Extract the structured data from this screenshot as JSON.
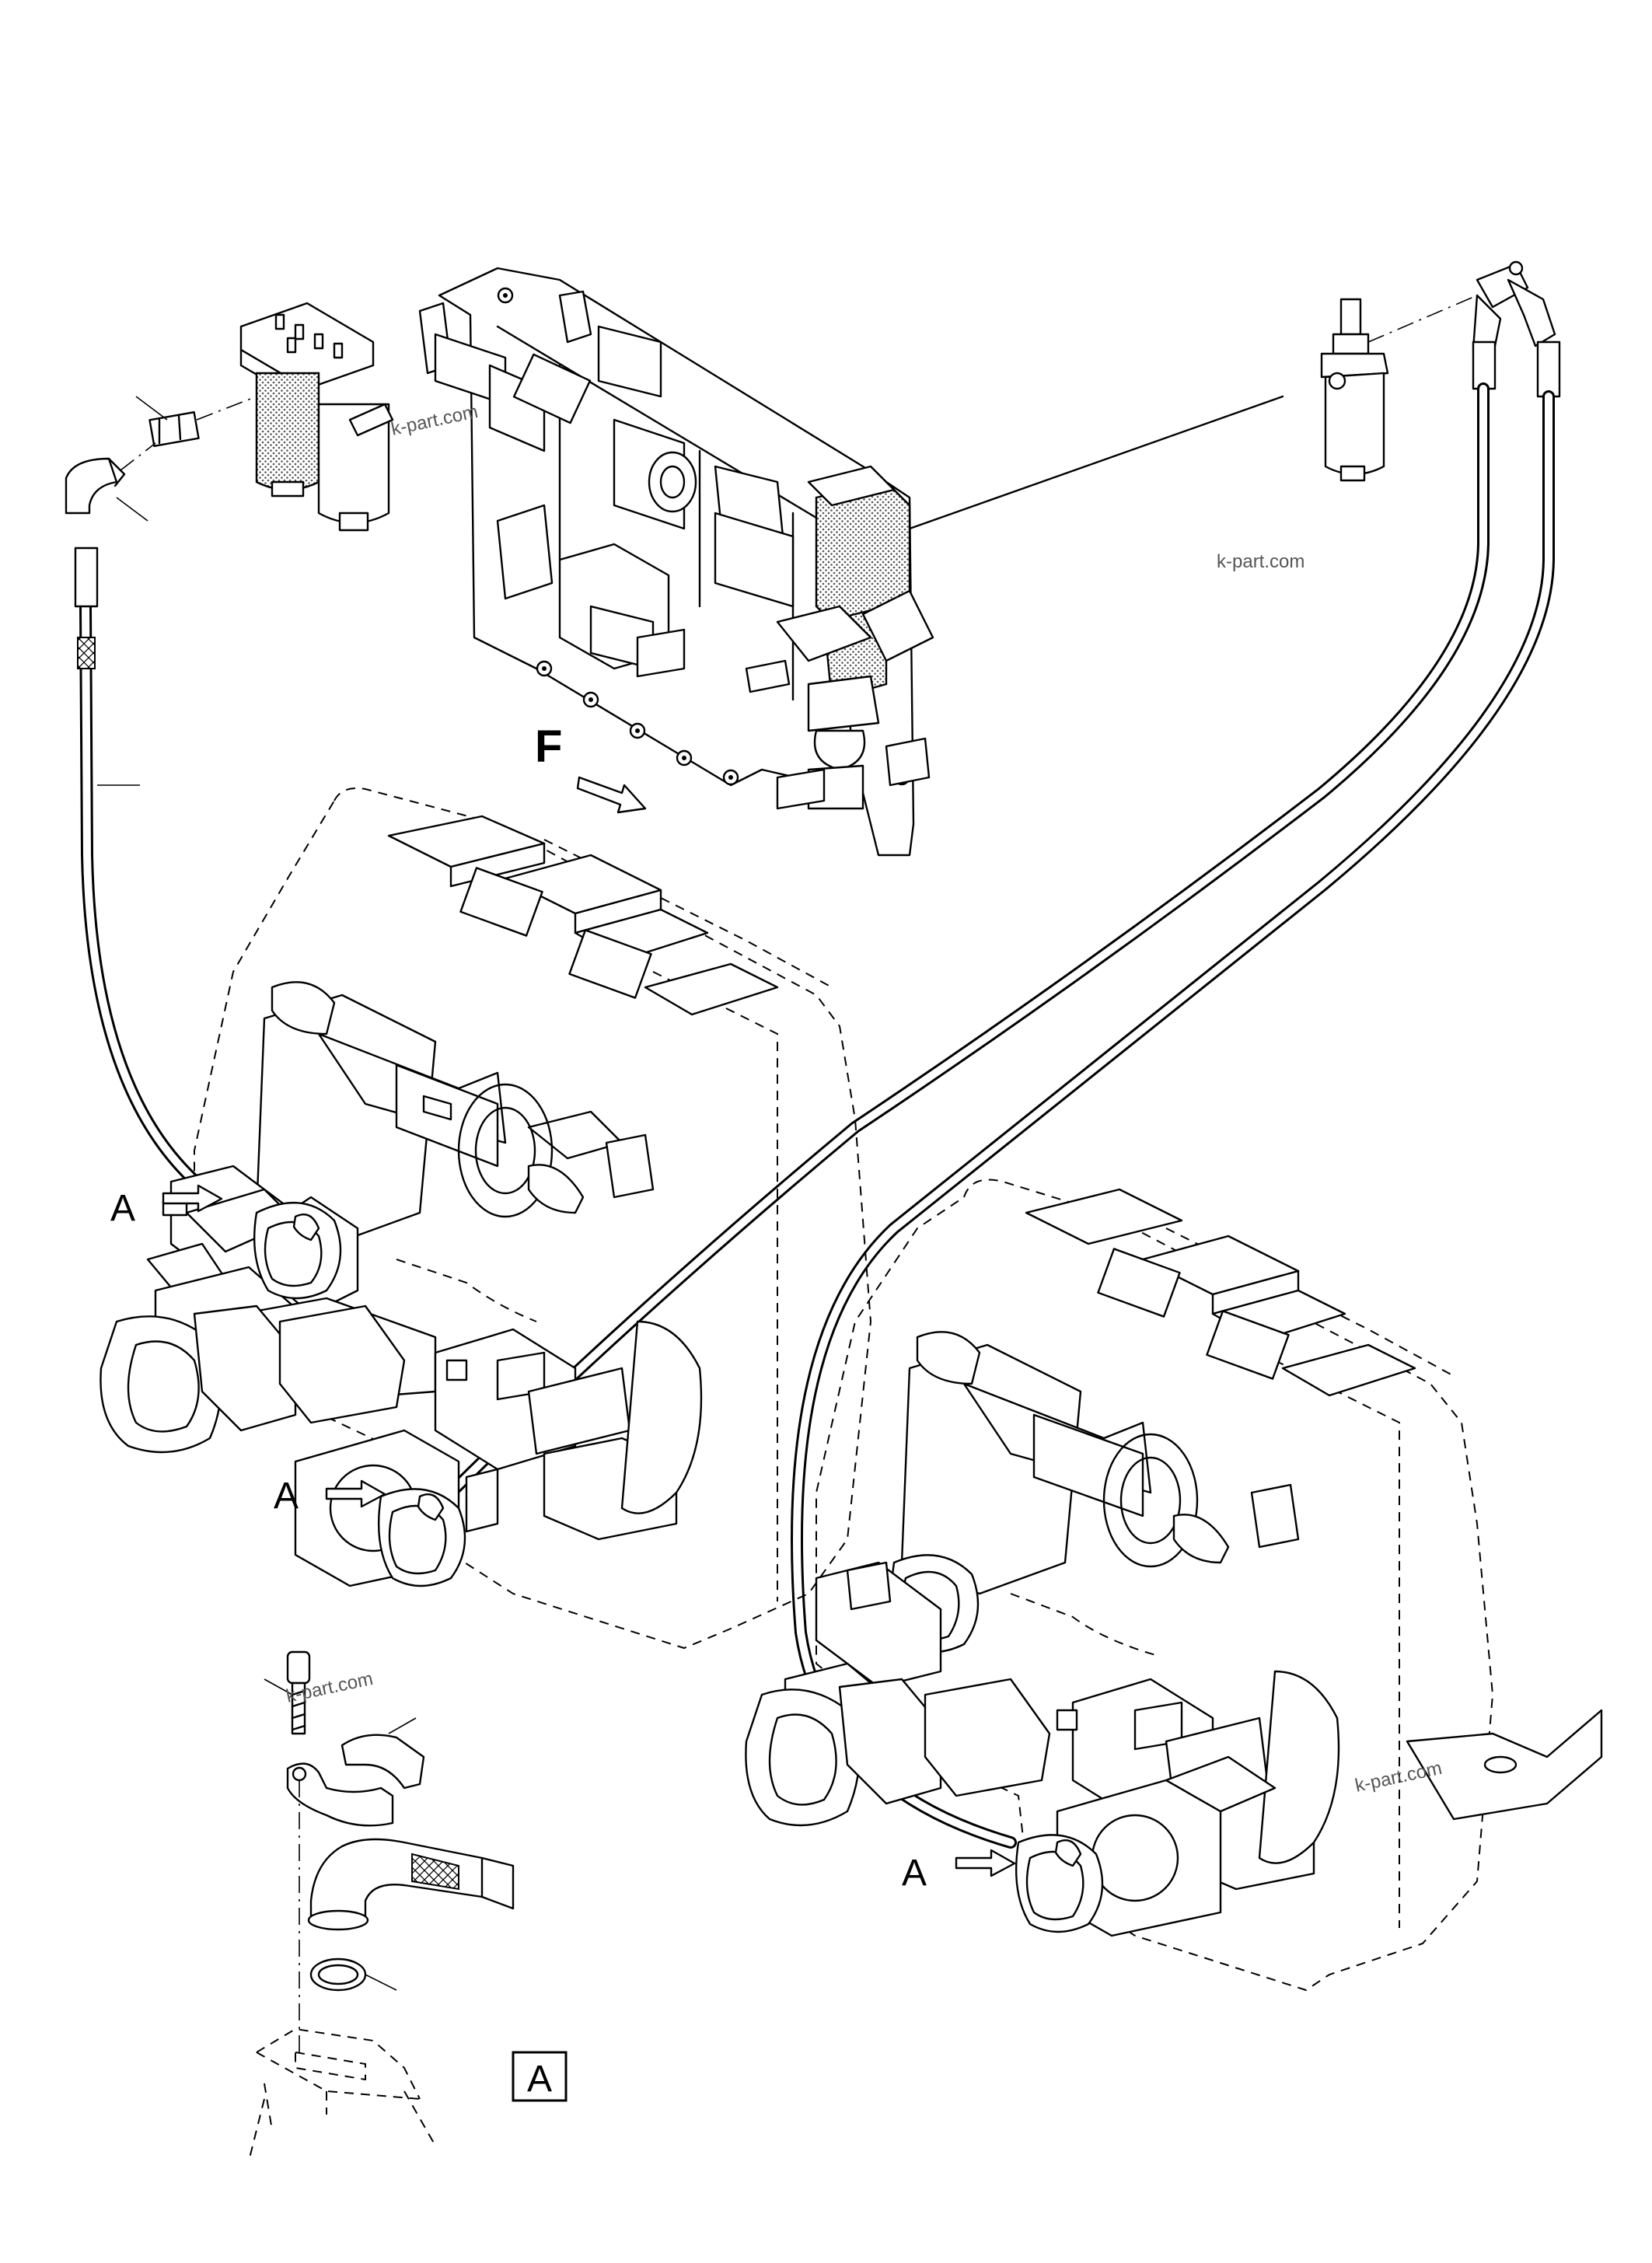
{
  "callouts": {
    "a1": "A",
    "a2": "A",
    "a3": "A",
    "view_f": "F",
    "detail_box": "A"
  },
  "watermarks": [
    "k-part.com",
    "k-part.com",
    "k-part.com",
    "k-part.com"
  ]
}
